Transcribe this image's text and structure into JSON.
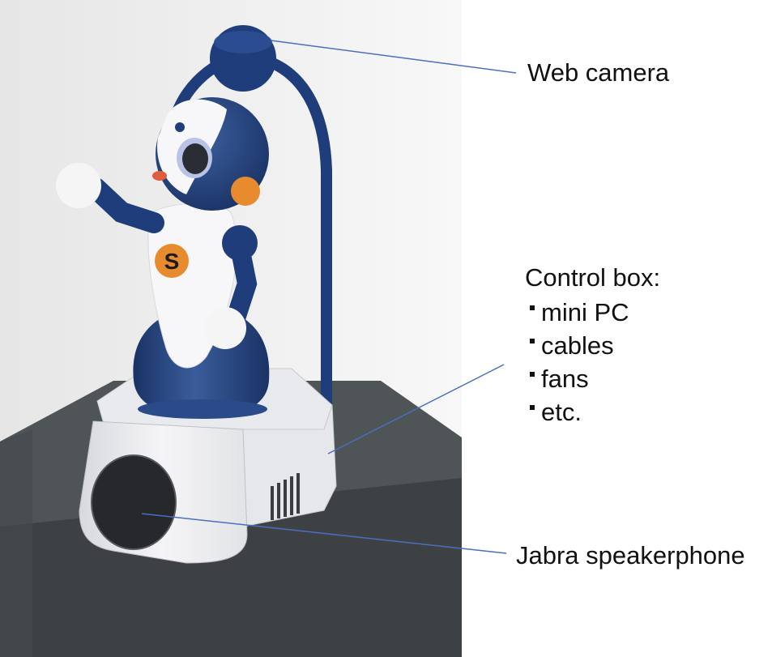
{
  "labels": {
    "web_camera": "Web camera",
    "control_box_title": "Control box:",
    "control_box_items": [
      "mini PC",
      "cables",
      "fans",
      "etc."
    ],
    "speakerphone": "Jabra speakerphone"
  },
  "colors": {
    "robot_navy": "#1f3d7a",
    "robot_white": "#f4f4f6",
    "accent_orange": "#e88a2e",
    "leader_line": "#4a6fc0",
    "floor_top": "#4f5457",
    "floor_front": "#3a3e41",
    "wall": "#efefef"
  }
}
